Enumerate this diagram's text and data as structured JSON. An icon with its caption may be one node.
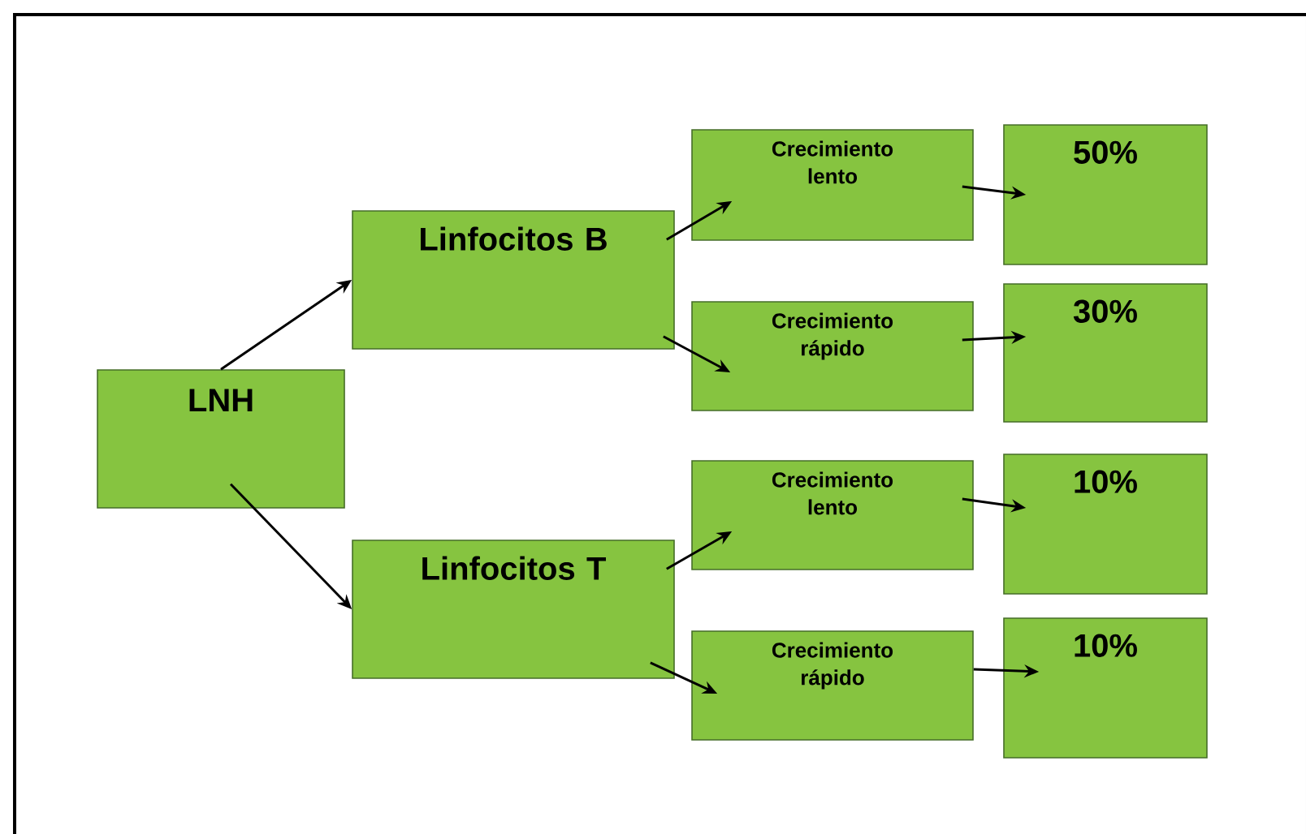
{
  "diagram": {
    "nodes": [
      {
        "text": [
          "LNH"
        ]
      },
      {
        "text": [
          "Linfocitos B"
        ]
      },
      {
        "text": [
          "Linfocitos T"
        ]
      },
      {
        "text": [
          "Crecimiento lento"
        ]
      },
      {
        "text": [
          "Crecimiento rápido"
        ]
      },
      {
        "text": [
          "Crecimiento lento"
        ]
      },
      {
        "text": [
          "Crecimiento rápido"
        ]
      },
      {
        "text": [
          "50%"
        ]
      },
      {
        "text": [
          "30%"
        ]
      },
      {
        "text": [
          "10%"
        ]
      },
      {
        "text": [
          "10%"
        ]
      }
    ],
    "edges": [
      {
        "from": 0,
        "to": 1,
        "arrow": "to"
      },
      {
        "from": 0,
        "to": 2,
        "arrow": "to"
      },
      {
        "from": 1,
        "to": 3,
        "arrow": "to"
      },
      {
        "from": 1,
        "to": 4,
        "arrow": "to"
      },
      {
        "from": 2,
        "to": 5,
        "arrow": "to"
      },
      {
        "from": 2,
        "to": 6,
        "arrow": "to"
      },
      {
        "from": 3,
        "to": 7,
        "arrow": "to"
      },
      {
        "from": 4,
        "to": 8,
        "arrow": "to"
      },
      {
        "from": 5,
        "to": 9,
        "arrow": "to"
      },
      {
        "from": 6,
        "to": 10,
        "arrow": "to"
      }
    ]
  }
}
